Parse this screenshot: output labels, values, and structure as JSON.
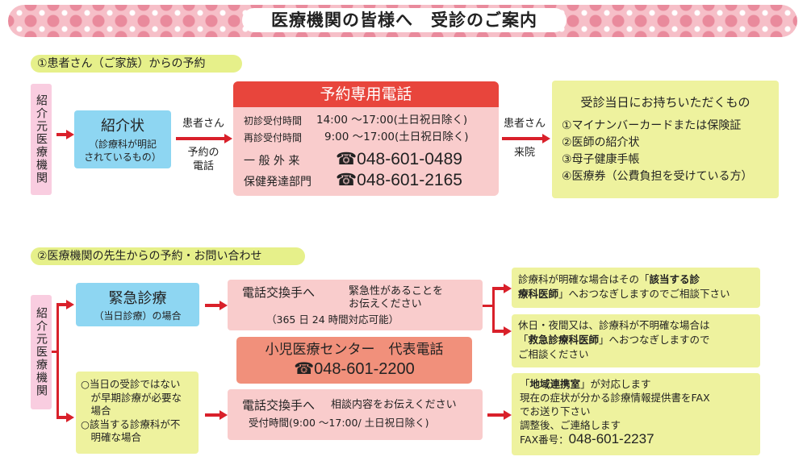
{
  "title": "医療機関の皆様へ　受診のご案内",
  "section1": {
    "header": "①患者さん（ご家族）からの予約",
    "origin": "紹介元医療機関",
    "referral": {
      "title": "紹介状",
      "note1": "（診療科が明記",
      "note2": "されているもの）"
    },
    "arrow1_label1": "患者さん",
    "arrow1_label2": "予約の",
    "arrow1_label3": "電話",
    "reserve": {
      "title": "予約専用電話",
      "line1_label": "初診受付時間",
      "line1_time": "14:00 ～17:00(土日祝日除く)",
      "line2_label": "再診受付時間",
      "line2_time": "9:00 ～17:00(土日祝日除く)",
      "dept1": "一 般 外 来",
      "phone1": "☎048-601-0489",
      "dept2": "保健発達部門",
      "phone2": "☎048-601-2165"
    },
    "arrow2_label1": "患者さん",
    "arrow2_label2": "来院",
    "bring": {
      "title": "受診当日にお持ちいただくもの",
      "items": [
        "①マイナンバーカードまたは保険証",
        "②医師の紹介状",
        "③母子健康手帳",
        "④医療券（公費負担を受けている方）"
      ]
    }
  },
  "section2": {
    "header": "②医療機関の先生からの予約・お問い合わせ",
    "origin": "紹介元医療機関",
    "emergency": {
      "title": "緊急診療",
      "sub": "（当日診療）の場合"
    },
    "exchange1": {
      "line1a": "電話交換手へ",
      "line1b": "緊急性があることを",
      "line2": "お伝えください",
      "line3": "（365 日 24 時間対応可能）"
    },
    "center": {
      "title": "小児医療センター　代表電話",
      "phone": "☎048-601-2200"
    },
    "result1": {
      "a": "診療科が明確な場合はその「",
      "b": "該当する診",
      "c": "療科医師",
      "d": "」へおつなぎしますのでご相談下さい"
    },
    "result2": {
      "a": "休日・夜間又は、診療科が不明確な場合は",
      "b": "「",
      "c": "救急診療科医師",
      "d": "」へおつなぎしますので",
      "e": "ご相談ください"
    },
    "nonurgent": {
      "l1": "○当日の受診ではない",
      "l2": "　が早期診療が必要な",
      "l3": "　場合",
      "l4": "○該当する診療科が不",
      "l5": "　明確な場合"
    },
    "exchange2": {
      "line1a": "電話交換手へ",
      "line1b": "相談内容をお伝えください",
      "line2": "受付時間(9:00 ～17:00/ 土日祝日除く)"
    },
    "result3": {
      "a": "「",
      "b": "地域連携室",
      "c": "」が対応します",
      "d": "現在の症状が分かる診療情報提供書をFAX",
      "e": "でお送り下さい",
      "f": "調整後、ご連絡します",
      "fax_label": "FAX番号：",
      "fax": "048-601-2237"
    }
  }
}
